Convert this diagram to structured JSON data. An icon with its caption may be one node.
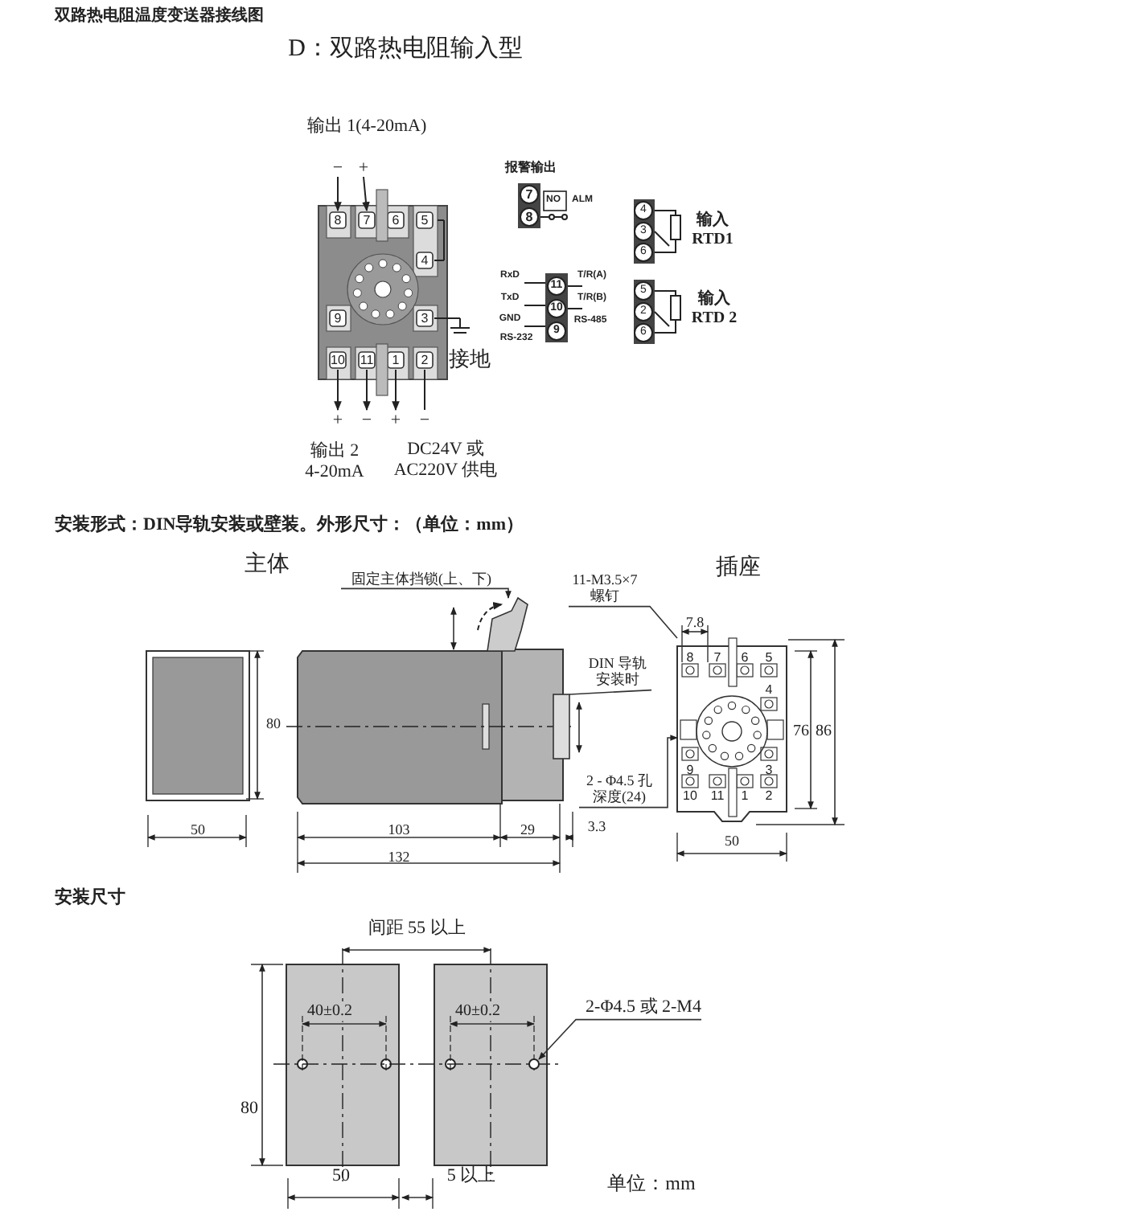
{
  "diagram": {
    "title": "双路热电阻温度变送器接线图",
    "nodes": [
      {
        "text": [
          "固定主体挡锁(上、下)"
        ]
      },
      {
        "text": [
          "11-M3.5×7 螺钉"
        ]
      },
      {
        "text": [
          "DIN 导轨安装时"
        ]
      },
      {
        "text": [
          "2 - Φ4.5 孔深度(24)"
        ]
      },
      {
        "text": [
          "2-Φ4.5 或 2-M4"
        ]
      },
      {
        "text": [],
        "shape": "picture"
      },
      {
        "text": [],
        "shape": "bar"
      },
      {
        "text": [],
        "shape": "picture"
      },
      {
        "text": [],
        "shape": "circle"
      }
    ],
    "edges": [
      {
        "from": 0,
        "to": 5,
        "arrow": "to"
      },
      {
        "from": 1,
        "to": 7,
        "arrow": "none"
      },
      {
        "from": 2,
        "to": 6,
        "arrow": "none"
      },
      {
        "from": 3,
        "to": 7,
        "arrow": "to"
      },
      {
        "from": 4,
        "to": 8,
        "arrow": "to"
      }
    ],
    "labels": [
      "D：双路热电阻输入型",
      "输出 1(4-20mA)",
      "−",
      "+",
      "8",
      "7",
      "6",
      "5",
      "4",
      "9",
      "3",
      "10",
      "11",
      "1",
      "2",
      "接地",
      "+",
      "−",
      "+",
      "−",
      "输出 2 4-20mA",
      "DC24V 或 AC220V 供电",
      "报警输出",
      "7",
      "8",
      "NO",
      "ALM",
      "4",
      "3",
      "6",
      "输入 RTD1",
      "RxD",
      "TxD",
      "GND",
      "RS-232",
      "11",
      "10",
      "9",
      "T/R(A)",
      "T/R(B)",
      "RS-485",
      "5",
      "2",
      "6",
      "输入 RTD 2",
      "安装形式：DIN导轨安装或壁装。外形尺寸：（单位：mm）",
      "主体",
      "插座",
      "80",
      "50",
      "103",
      "29",
      "132",
      "3.3",
      "7.8",
      "8",
      "7",
      "6",
      "5",
      "4",
      "9",
      "3",
      "10",
      "11",
      "1",
      "2",
      "76",
      "86",
      "50",
      "安装尺寸",
      "间距 55 以上",
      "40±0.2",
      "40±0.2",
      "80",
      "50",
      "5 以上",
      "单位：mm"
    ]
  }
}
